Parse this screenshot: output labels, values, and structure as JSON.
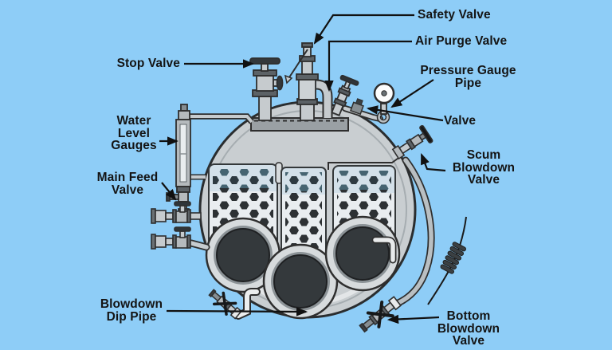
{
  "background_color": "#8ecdf7",
  "diagram": {
    "labels": {
      "safety_valve": "Safety Valve",
      "air_purge_valve": "Air Purge Valve",
      "stop_valve": "Stop Valve",
      "pressure_gauge_pipe": "Pressure Gauge\nPipe",
      "valve": "Valve",
      "water_level_gauges": "Water\nLevel\nGauges",
      "scum_blowdown_valve": "Scum\nBlowdown\nValve",
      "main_feed_valve": "Main Feed\nValve",
      "blowdown_dip_pipe": "Blowdown\nDip Pipe",
      "bottom_blowdown_valve": "Bottom\nBlowdown\nValve"
    },
    "colors": {
      "background": "#8ecdf7",
      "outline": "#2e2e2e",
      "shell": "#c9ced1",
      "shell_light": "#d7dbdd",
      "tube_panel": "#e9edf0",
      "tube_dark": "#2d3134",
      "tube_slate": "#466471",
      "furnace_core": "#34393c",
      "fitting_light": "#c6cbce",
      "fitting_mid": "#b5babd",
      "flange_dark": "#5c6266",
      "handle_black": "#17191a",
      "gauge_face": "#fdfdfd",
      "label_text": "#141414",
      "arrow": "#111111"
    }
  }
}
